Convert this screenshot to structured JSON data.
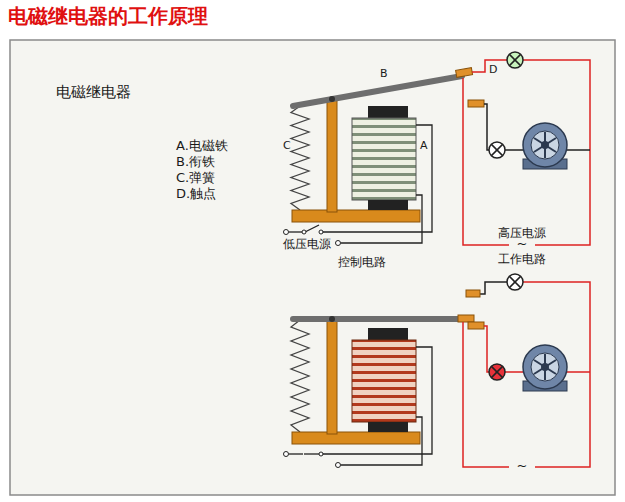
{
  "diagram": {
    "title": "电磁继电器的工作原理",
    "labels": [
      "电磁继电器",
      "A.电磁铁",
      "B.衔铁",
      "C.弹簧",
      "D.触点",
      "B",
      "C",
      "A",
      "D",
      "低压电源",
      "控制电路",
      "高压电源",
      "~",
      "工作电路",
      "~"
    ]
  }
}
